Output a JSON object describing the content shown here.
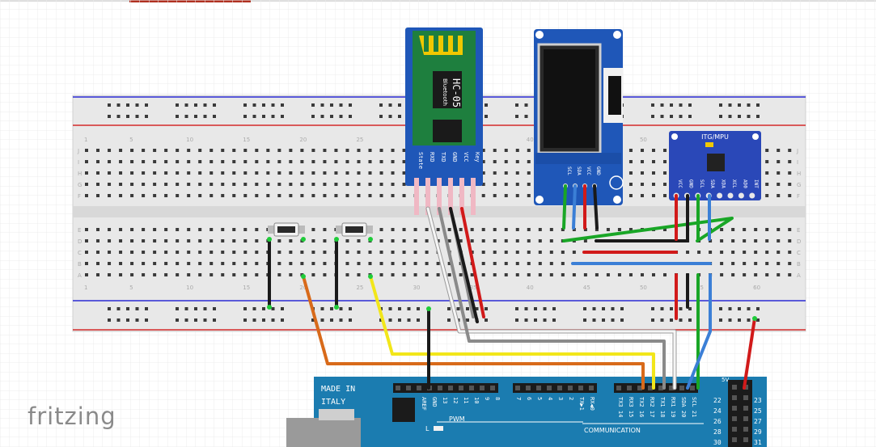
{
  "app": {
    "logo_text": "fritzing"
  },
  "breadboard": {
    "row_letters_top": [
      "J",
      "I",
      "H",
      "G",
      "F"
    ],
    "row_letters_bottom": [
      "E",
      "D",
      "C",
      "B",
      "A"
    ],
    "column_numbers": [
      "1",
      "5",
      "10",
      "15",
      "20",
      "25",
      "30",
      "35",
      "40",
      "45",
      "50",
      "55",
      "60"
    ]
  },
  "hc05": {
    "title": "HC-05",
    "subtitle": "Bluetooth",
    "pins": [
      "State",
      "RXD",
      "TXD",
      "GND",
      "VCC",
      "Key"
    ]
  },
  "oled": {
    "pins": [
      "SCL",
      "SDA",
      "VCC",
      "GND"
    ]
  },
  "mpu": {
    "title": "ITG/MPU",
    "pins": [
      "VCC",
      "GND",
      "SCL",
      "SDA",
      "XDA",
      "XCL",
      "AD0",
      "INT"
    ]
  },
  "arduino": {
    "made_in": "MADE IN",
    "country": "ITALY",
    "top_header_pins": [
      "AREF",
      "GND",
      "13",
      "12",
      "11",
      "10",
      "9",
      "8"
    ],
    "pwm_label": "PWM",
    "l_label": "L",
    "digital_pins": [
      "7",
      "6",
      "5",
      "4",
      "3",
      "2",
      "TX▶1",
      "RX◀0"
    ],
    "comm_pins": [
      "TX3 14",
      "RX3 15",
      "TX2 16",
      "RX2 17",
      "TX1 18",
      "RX1 19",
      "SDA 20",
      "SCL 21"
    ],
    "communication_label": "COMMUNICATION",
    "power_label": "5V",
    "right_header_numbers": [
      "22",
      "24",
      "26",
      "28",
      "30"
    ],
    "right_header_numbers_b": [
      "23",
      "25",
      "27",
      "29",
      "31"
    ]
  },
  "colors": {
    "breadboard": "#e6e6e6",
    "rail_red": "#d42a2a",
    "rail_blue": "#2a2ad4",
    "arduino_blue": "#1b7cb0",
    "hc05_blue": "#1f57b8",
    "module_green": "#1f8a4a",
    "wire_black": "#1a1a1a",
    "wire_red": "#d11a1a",
    "wire_green": "#19a626",
    "wire_blue": "#3b7fd6",
    "wire_yellow": "#f2e61a",
    "wire_orange": "#d86a1a",
    "wire_white": "#f5f5f5",
    "wire_gray": "#8a8a8a"
  }
}
